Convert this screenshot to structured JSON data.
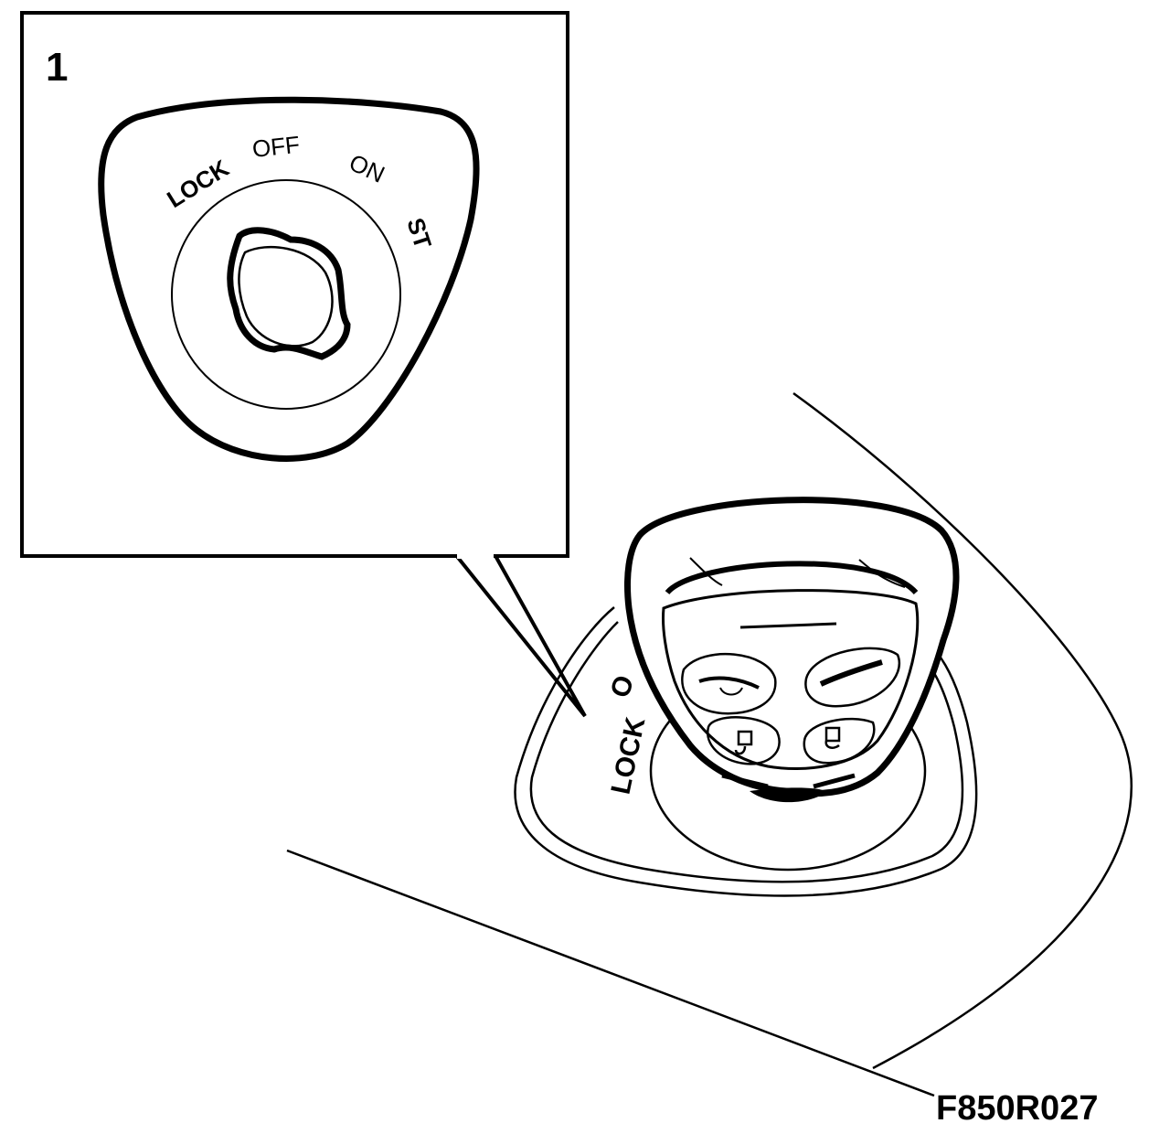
{
  "callout": {
    "number": "1",
    "positions": {
      "lock": "LOCK",
      "off": "OFF",
      "on": "ON",
      "start": "ST"
    }
  },
  "scene": {
    "switch_label": "LOCK",
    "switch_label_partial": "O"
  },
  "figure_id": "F850R027",
  "colors": {
    "ink": "#000000",
    "paper": "#ffffff"
  },
  "icons": [
    "ignition-key-slot-icon",
    "key-remote-fob-icon",
    "trunk-release-icon",
    "unlock-icon",
    "lock-icon"
  ]
}
